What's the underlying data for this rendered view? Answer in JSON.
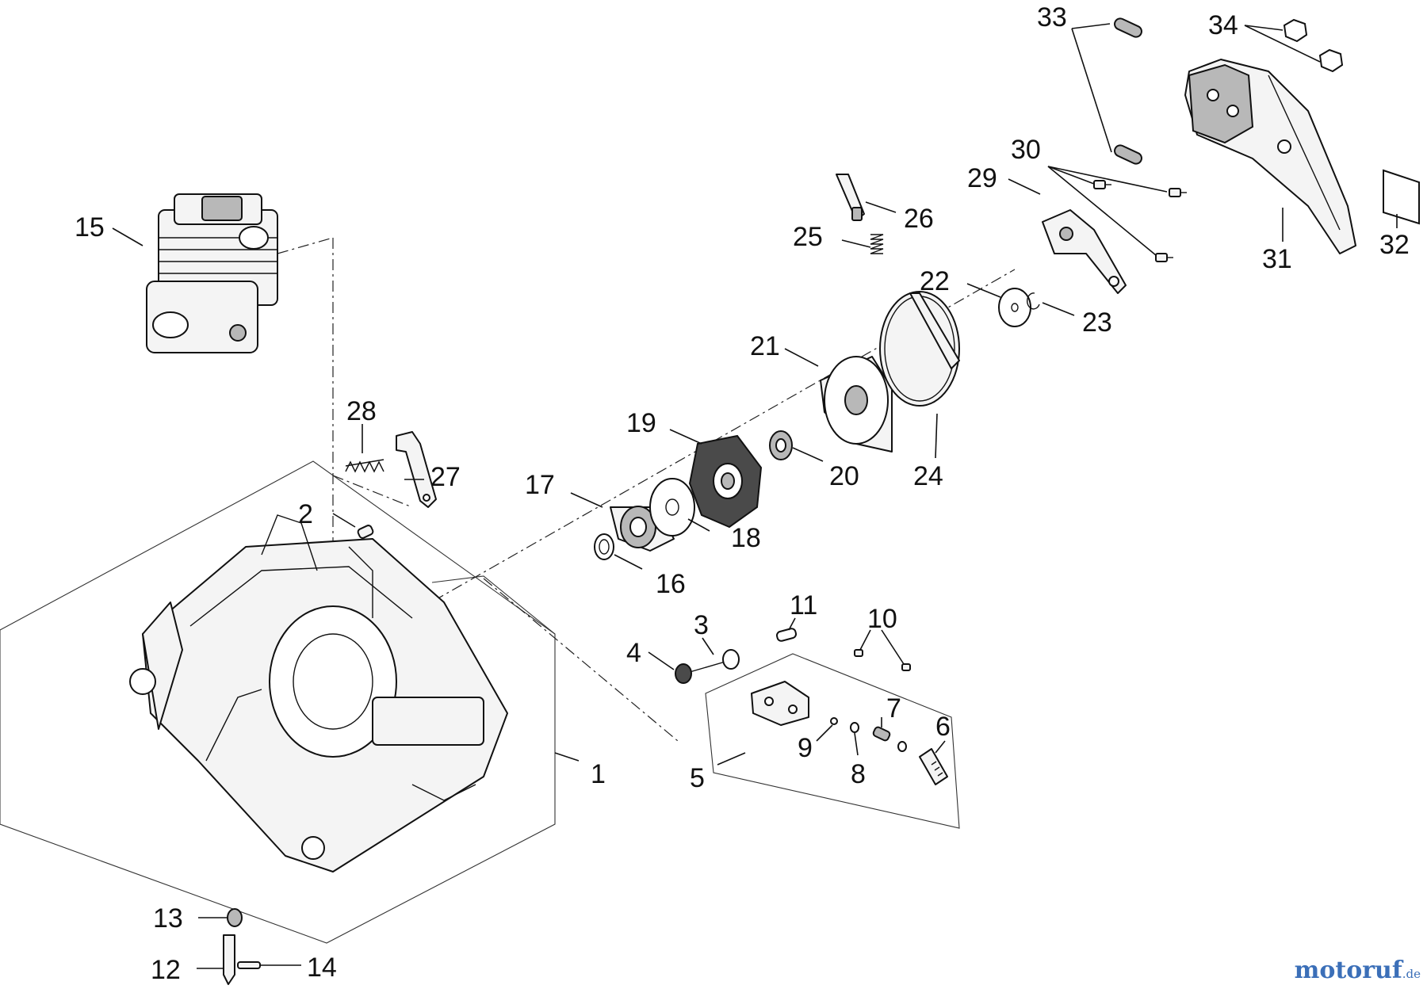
{
  "diagram": {
    "callouts": {
      "c1": "1",
      "c2": "2",
      "c3": "3",
      "c4": "4",
      "c5": "5",
      "c6": "6",
      "c7": "7",
      "c8": "8",
      "c9": "9",
      "c10": "10",
      "c11": "11",
      "c12": "12",
      "c13": "13",
      "c14": "14",
      "c15": "15",
      "c16": "16",
      "c17": "17",
      "c18": "18",
      "c19": "19",
      "c20": "20",
      "c21": "21",
      "c22": "22",
      "c23": "23",
      "c24": "24",
      "c25": "25",
      "c26": "26",
      "c27": "27",
      "c28": "28",
      "c29": "29",
      "c30": "30",
      "c31": "31",
      "c32": "32",
      "c33": "33",
      "c34": "34"
    }
  },
  "watermark": {
    "main": "motoruf",
    "sub": ".de"
  }
}
